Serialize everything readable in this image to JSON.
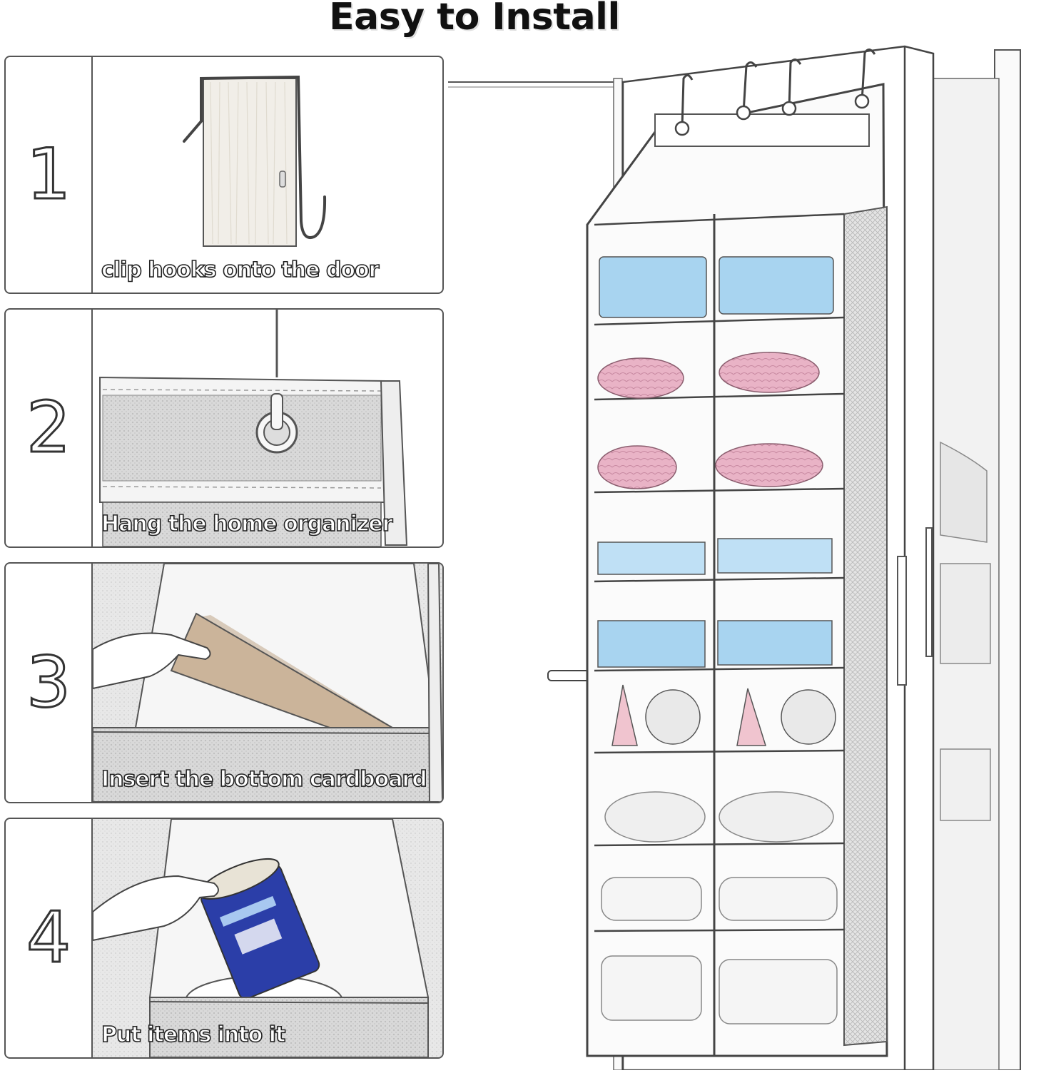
{
  "title": "Easy to Install",
  "steps": [
    {
      "number": "1",
      "caption": "clip hooks onto the door"
    },
    {
      "number": "2",
      "caption": "Hang the home organizer"
    },
    {
      "number": "3",
      "caption": "Insert the bottom cardboard"
    },
    {
      "number": "4",
      "caption": "Put items into it"
    }
  ],
  "colors": {
    "line": "#555555",
    "cardboard": "#cbb49a",
    "yarn": "#e6a9bf",
    "blue": "#a8d4f0",
    "can": "#2b3ea8"
  }
}
